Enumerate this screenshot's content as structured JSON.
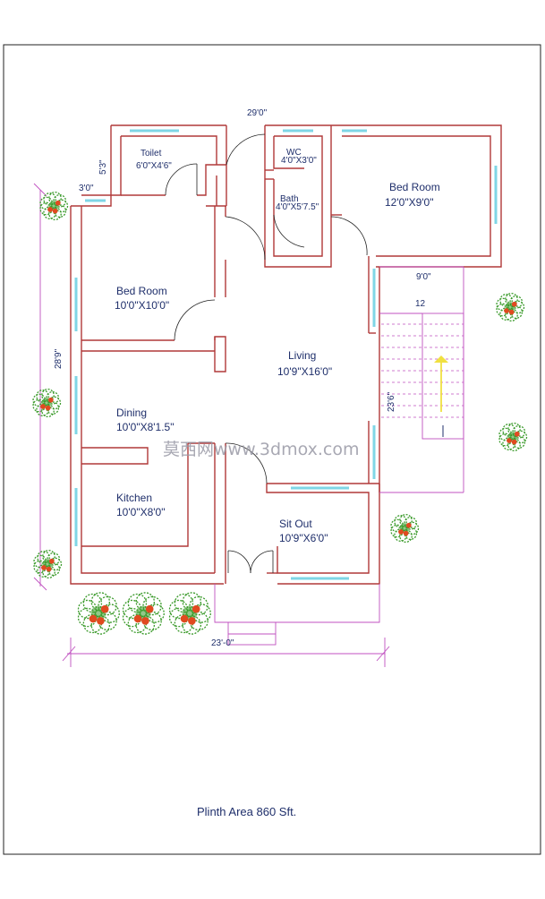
{
  "overall_width_label": "29'0\"",
  "plinth_area": "Plinth Area 860 Sft.",
  "watermark": "莫西网www.3dmox.com",
  "dims": {
    "left_height": "28'9\"",
    "front_width": "23'-0\"",
    "stair_width": "9'0\"",
    "stair_length": "23'6\"",
    "toilet_offset_v": "5'3\"",
    "toilet_offset_h": "3'0\""
  },
  "stairs": {
    "steps_label": "12"
  },
  "rooms": [
    {
      "id": "toilet",
      "name": "Toilet",
      "size": "6'0\"X4'6\""
    },
    {
      "id": "wc",
      "name": "WC",
      "size": "4'0\"X3'0\""
    },
    {
      "id": "bath",
      "name": "Bath",
      "size": "4'0\"X5'7.5\""
    },
    {
      "id": "bedroom-right",
      "name": "Bed Room",
      "size": "12'0\"X9'0\""
    },
    {
      "id": "bedroom-left",
      "name": "Bed Room",
      "size": "10'0\"X10'0\""
    },
    {
      "id": "living",
      "name": "Living",
      "size": "10'9\"X16'0\""
    },
    {
      "id": "dining",
      "name": "Dining",
      "size": "10'0\"X8'1.5\""
    },
    {
      "id": "kitchen",
      "name": "Kitchen",
      "size": "10'0\"X8'0\""
    },
    {
      "id": "sitout",
      "name": "Sit Out",
      "size": "10'9\"X6'0\""
    }
  ],
  "colors": {
    "wall": "#b03838",
    "glass": "#7fd6e6",
    "text": "#1f2f6b",
    "dimension": "#c050c0",
    "plant": "#3a9a2a",
    "flower": "#e04a20",
    "arrow": "#f0e040"
  }
}
